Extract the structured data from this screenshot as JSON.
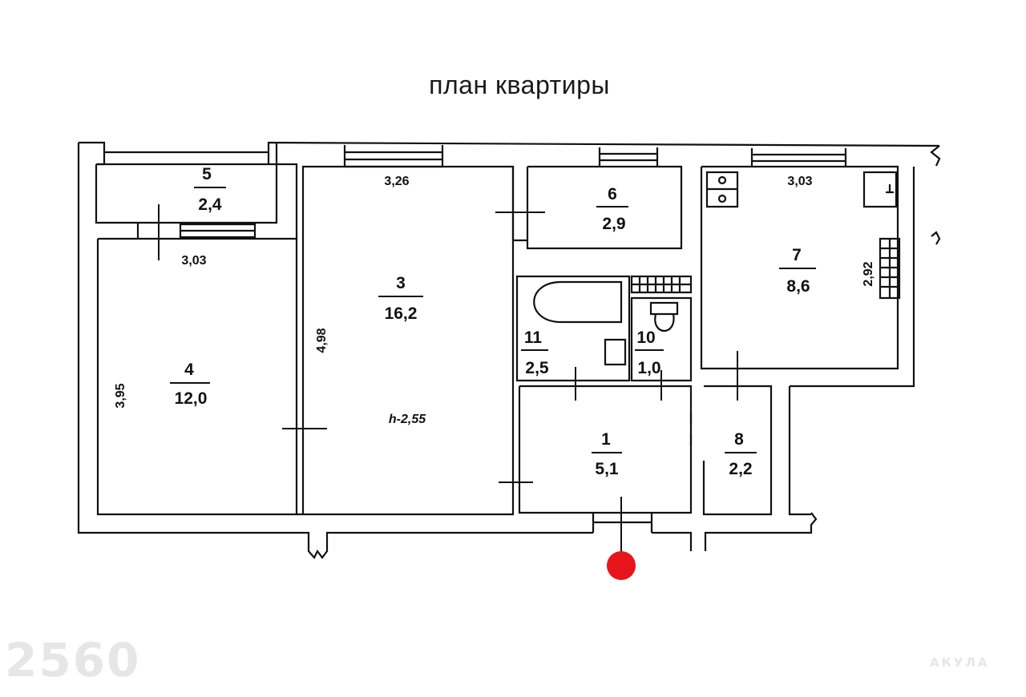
{
  "title": "план квартиры",
  "ceiling_height": "h-2,55",
  "rooms": [
    {
      "id": "1",
      "num": "1",
      "area": "5,1"
    },
    {
      "id": "3",
      "num": "3",
      "area": "16,2"
    },
    {
      "id": "4",
      "num": "4",
      "area": "12,0"
    },
    {
      "id": "5",
      "num": "5",
      "area": "2,4"
    },
    {
      "id": "6",
      "num": "6",
      "area": "2,9"
    },
    {
      "id": "7",
      "num": "7",
      "area": "8,6"
    },
    {
      "id": "8",
      "num": "8",
      "area": "2,2"
    },
    {
      "id": "10",
      "num": "10",
      "area": "1,0"
    },
    {
      "id": "11",
      "num": "11",
      "area": "2,5"
    }
  ],
  "dimensions": {
    "room5_width": "3,03",
    "room3_width": "3,26",
    "room4_height": "3,95",
    "room3_height": "4,98",
    "room7_width": "3,03",
    "room7_height": "2,92"
  },
  "entrance_marker_color": "#e8141b",
  "watermarks": {
    "left": "2560",
    "right": "АКУЛА"
  }
}
